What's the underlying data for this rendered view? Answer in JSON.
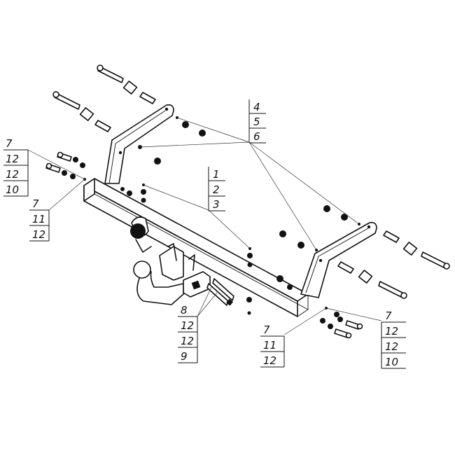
{
  "callouts": [
    {
      "id": "c-4-5-6",
      "labels": [
        "4",
        "5",
        "6"
      ]
    },
    {
      "id": "c-1-2-3",
      "labels": [
        "1",
        "2",
        "3"
      ]
    },
    {
      "id": "c-left-upper",
      "labels": [
        "7",
        "12",
        "12",
        "10"
      ]
    },
    {
      "id": "c-left-lower",
      "labels": [
        "7",
        "11",
        "12"
      ]
    },
    {
      "id": "c-center-bottom",
      "labels": [
        "8",
        "12",
        "12",
        "9"
      ]
    },
    {
      "id": "c-right-lower",
      "labels": [
        "7",
        "11",
        "12"
      ]
    },
    {
      "id": "c-right-upper",
      "labels": [
        "7",
        "12",
        "12",
        "10"
      ]
    }
  ],
  "colors": {
    "line": "#111111",
    "background": "#ffffff"
  }
}
